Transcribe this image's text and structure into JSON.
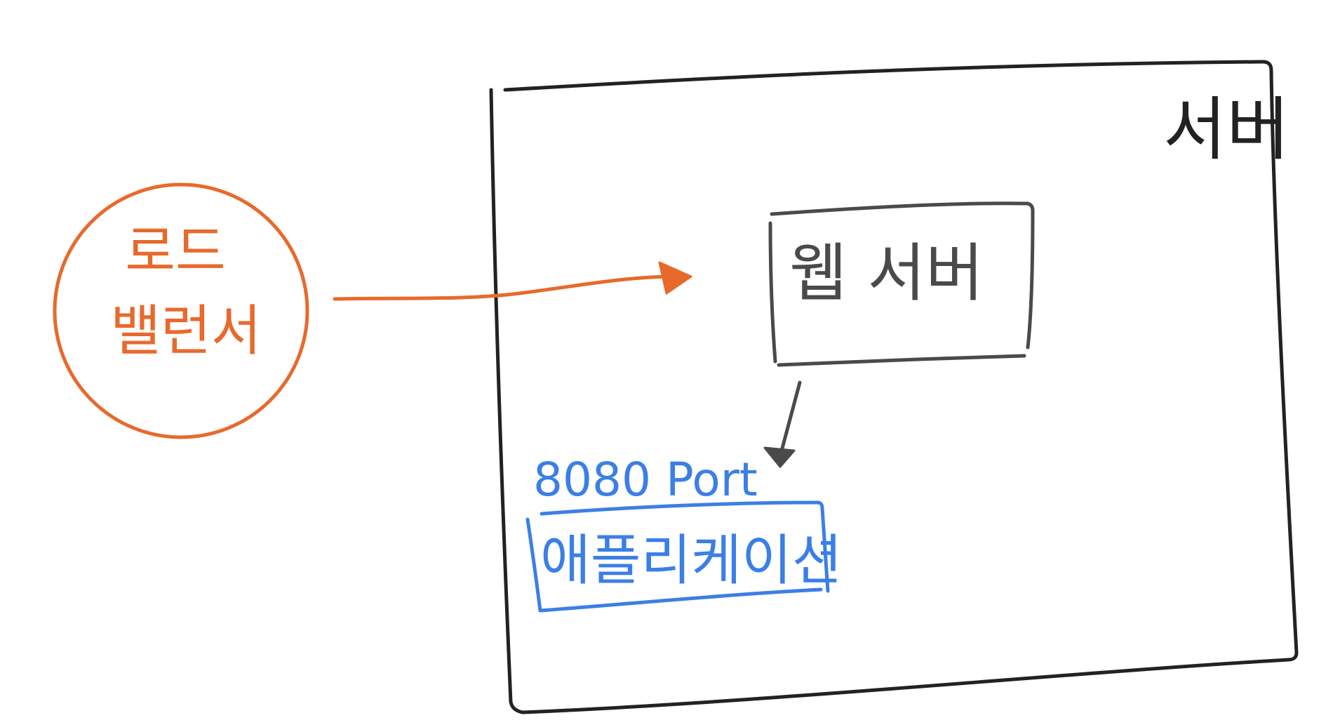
{
  "colors": {
    "ink": "#222222",
    "gray": "#4a4a4a",
    "orange": "#e8692c",
    "blue": "#3b7fe6",
    "background": "#ffffff"
  },
  "load_balancer": {
    "label_line1": "로드",
    "label_line2": "밸런서"
  },
  "server": {
    "label": "서버"
  },
  "web_server": {
    "label": "웹 서버"
  },
  "application": {
    "port_label": "8080 Port",
    "label": "애플리케이션"
  }
}
